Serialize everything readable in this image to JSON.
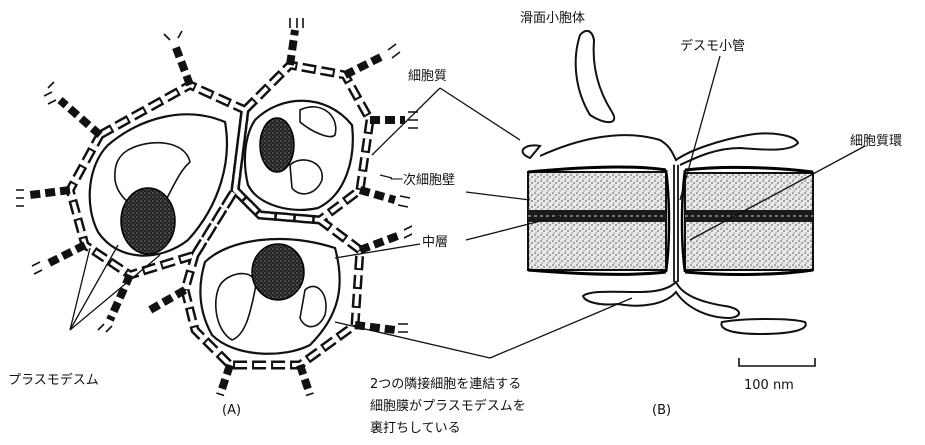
{
  "labels": {
    "smooth_er": "滑面小胞体",
    "cytoplasm": "細胞質",
    "desmotubule": "デスモ小管",
    "cytoplasmic_sleeve": "細胞質環",
    "primary_wall": "一次細胞壁",
    "middle_lamella": "中層",
    "plasmodesmata": "プラスモデスム",
    "caption_line1": "2つの隣接細胞を連結する",
    "caption_line2": "細胞膜がプラスモデスムを",
    "caption_line3": "裏打ちしている",
    "panel_a": "(A)",
    "panel_b": "(B)",
    "scale_bar": "100 nm"
  }
}
